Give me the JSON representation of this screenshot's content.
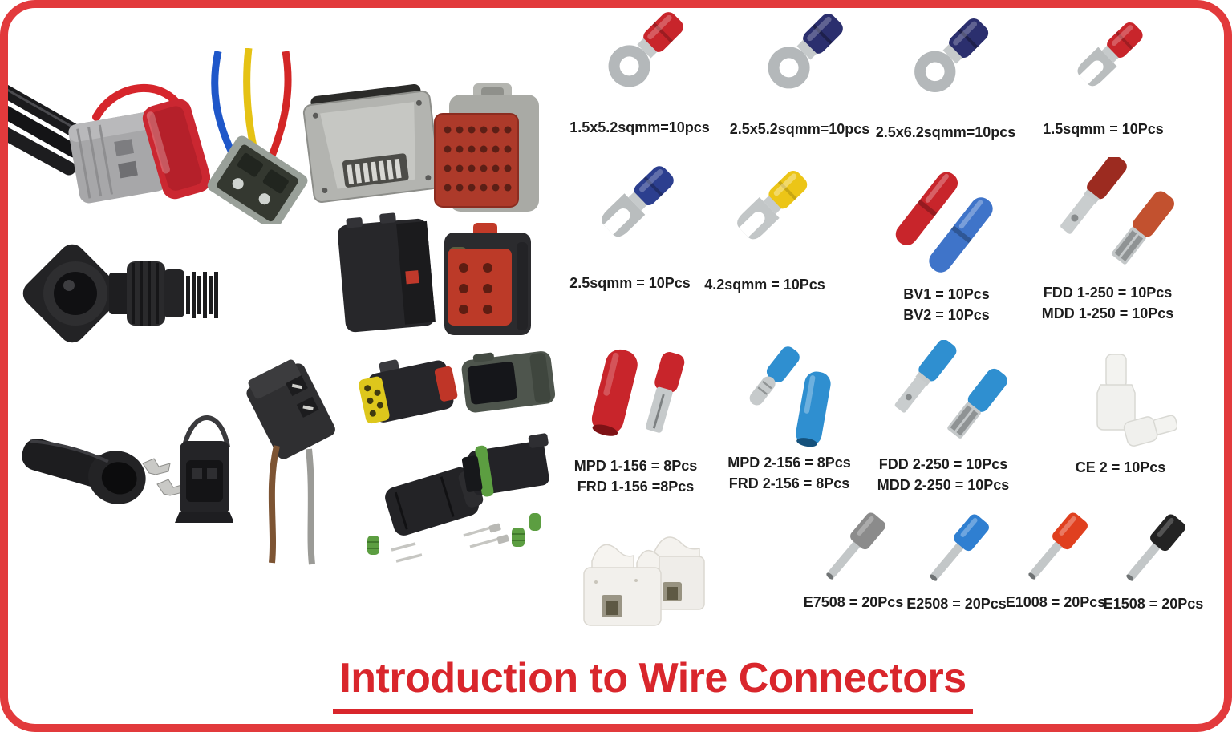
{
  "page": {
    "title": "Introduction to Wire Connectors",
    "frame_color": "#e23a3c",
    "title_color": "#d9262c",
    "label_color": "#1d1d1d",
    "background_color": "#ffffff"
  },
  "collage": {
    "photos": [
      {
        "name": "battery-quick-connector"
      },
      {
        "name": "bulb-socket-with-wires"
      },
      {
        "name": "ecu-connector-gray"
      },
      {
        "name": "ecu-connector-red"
      },
      {
        "name": "round-panel-mount-connector"
      },
      {
        "name": "black-connector-pair"
      },
      {
        "name": "injector-connector-kit"
      },
      {
        "name": "pigtail-socket"
      },
      {
        "name": "weatherproof-connector-kit"
      }
    ]
  },
  "grid": {
    "cells": [
      {
        "name": "ring-terminal-red",
        "color": "#c8252b",
        "labels": [
          "1.5x5.2sqmm=10pcs"
        ]
      },
      {
        "name": "ring-terminal-blue",
        "color": "#2b2f6e",
        "labels": [
          "2.5x5.2sqmm=10pcs"
        ]
      },
      {
        "name": "ring-terminal-blue-2",
        "color": "#2b2f6e",
        "labels": [
          "2.5x6.2sqmm=10pcs"
        ]
      },
      {
        "name": "fork-terminal-red",
        "color": "#c8252b",
        "labels": [
          "1.5sqmm = 10Pcs"
        ]
      },
      {
        "name": "fork-terminal-blue",
        "color": "#2c3f8f",
        "labels": [
          "2.5sqmm = 10Pcs"
        ]
      },
      {
        "name": "fork-terminal-yellow",
        "color": "#ecc517",
        "labels": [
          "4.2sqmm = 10Pcs"
        ]
      },
      {
        "name": "butt-connectors-red-blue",
        "colors": [
          "#c8252b",
          "#3f74c9"
        ],
        "labels": [
          "BV1 = 10Pcs",
          "BV2 = 10Pcs"
        ]
      },
      {
        "name": "spade-terminals-red",
        "colors": [
          "#9c2b20",
          "#c2512f"
        ],
        "labels": [
          "FDD 1-250 = 10Pcs",
          "MDD 1-250 = 10Pcs"
        ]
      },
      {
        "name": "bullet-terminals-red",
        "color": "#c8252b",
        "labels": [
          "MPD 1-156 = 8Pcs",
          "FRD 1-156 =8Pcs"
        ]
      },
      {
        "name": "bullet-terminals-blue",
        "color": "#2f8fd0",
        "labels": [
          "MPD 2-156 = 8Pcs",
          "FRD 2-156 = 8Pcs"
        ]
      },
      {
        "name": "spade-terminals-blue",
        "color": "#2f8fd0",
        "labels": [
          "FDD 2-250 = 10Pcs",
          "MDD 2-250 = 10Pcs"
        ]
      },
      {
        "name": "closed-end-caps",
        "color": "#f2f2ef",
        "labels": [
          "CE 2 = 10Pcs"
        ]
      },
      {
        "name": "quick-wire-terminal-block",
        "color": "#f1efeb",
        "labels": []
      },
      {
        "name": "ferrule-gray",
        "color": "#8b8b8b",
        "labels": [
          "E7508 = 20Pcs"
        ]
      },
      {
        "name": "ferrule-blue",
        "color": "#2f7fd1",
        "labels": [
          "E2508 = 20Pcs"
        ]
      },
      {
        "name": "ferrule-red",
        "color": "#e0401f",
        "labels": [
          "E1008 = 20Pcs"
        ]
      },
      {
        "name": "ferrule-black",
        "color": "#232323",
        "labels": [
          "E1508 = 20Pcs"
        ]
      }
    ]
  }
}
